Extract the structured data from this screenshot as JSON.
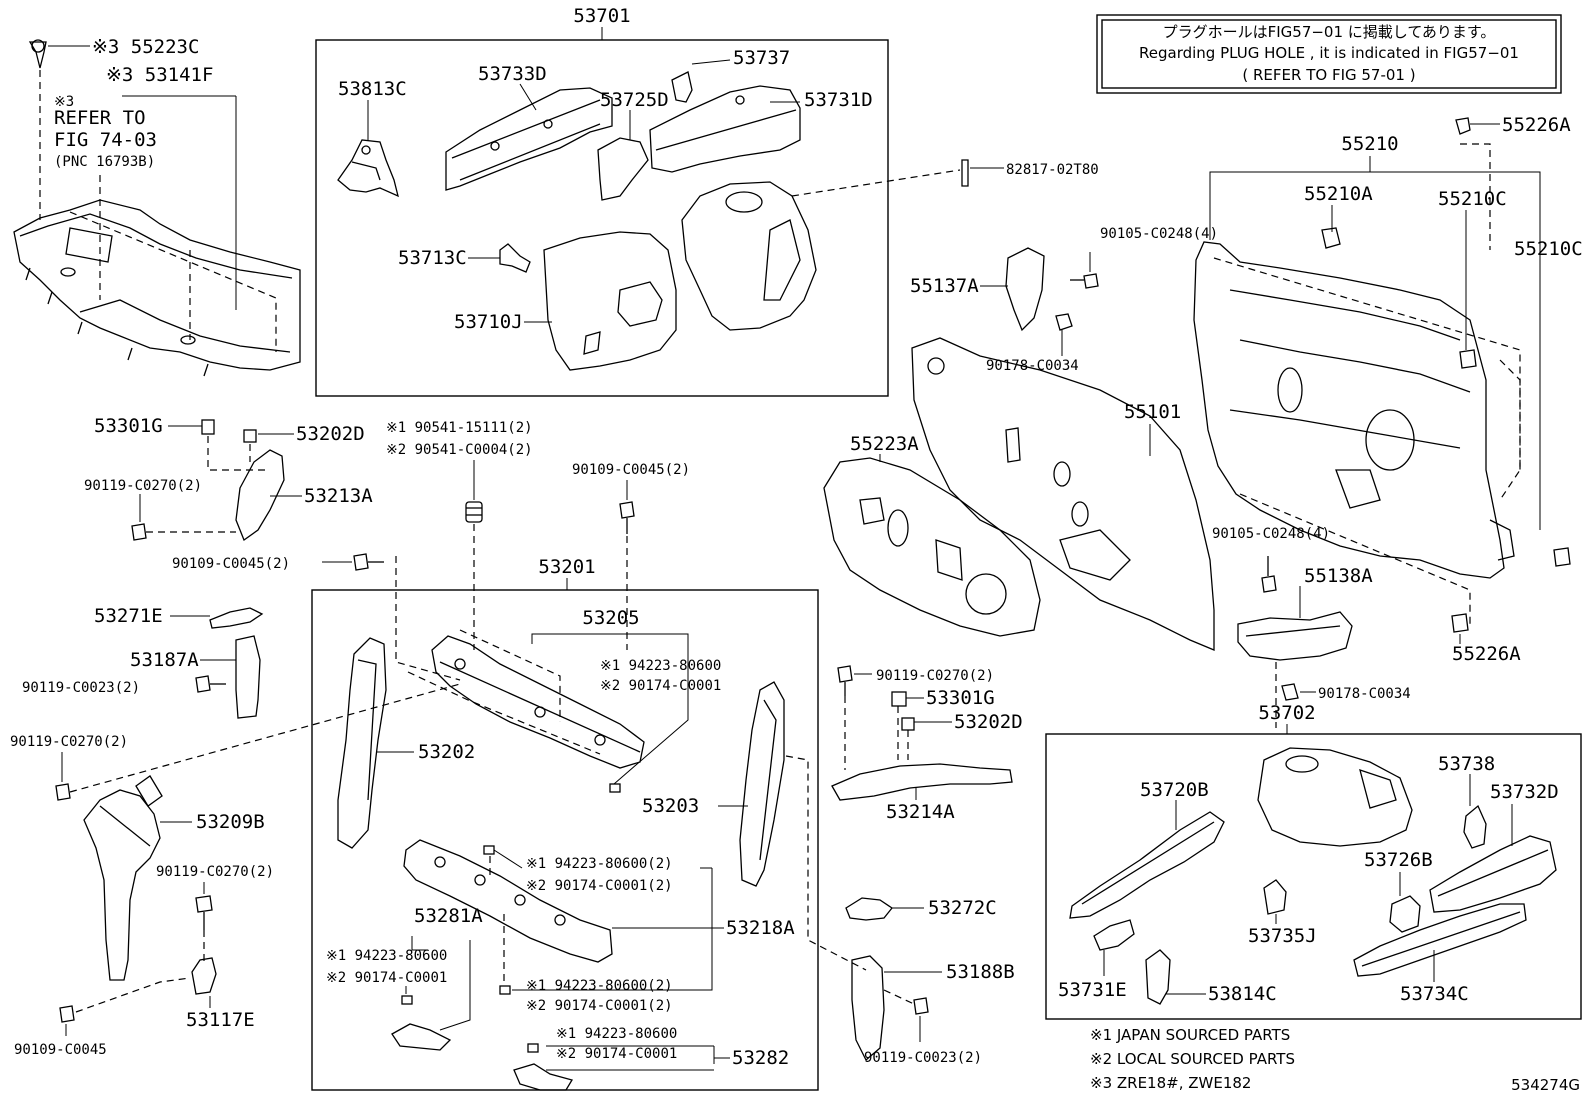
{
  "notice": {
    "line1": "プラグホールはFIG57−01 に掲載してあります。",
    "line2": "Regarding PLUG HOLE , it is indicated in FIG57−01",
    "line3": "(  REFER TO FIG 57-01  )"
  },
  "figure_id": "534274G",
  "legend": [
    "※1 JAPAN SOURCED PARTS",
    "※2 LOCAL SOURCED PARTS",
    "※3 ZRE18#, ZWE182"
  ],
  "refer": {
    "line1": "※3",
    "line2": "REFER TO",
    "line3": "FIG 74-03",
    "line4": "(PNC 16793B)"
  },
  "groups": {
    "g53701": "53701",
    "g53201": "53201",
    "g53702": "53702",
    "g55210": "55210",
    "g53205": "53205"
  },
  "parts": {
    "p55223C": "※3 55223C",
    "p53141F": "※3 53141F",
    "p53813C": "53813C",
    "p53733D": "53733D",
    "p53737": "53737",
    "p53725D": "53725D",
    "p53731D": "53731D",
    "p53713C": "53713C",
    "p53710J": "53710J",
    "p82817": "82817-02T80",
    "p55226A_top": "55226A",
    "p55210A": "55210A",
    "p55210C_a": "55210C",
    "p55210C_b": "55210C",
    "p90105_top": "90105-C0248(4)",
    "p55137A": "55137A",
    "p90178_top": "90178-C0034",
    "p55101": "55101",
    "p55223A": "55223A",
    "p53301G_l": "53301G",
    "p53202D_l": "53202D",
    "p90119_0270_a": "90119-C0270(2)",
    "p53213A": "53213A",
    "p90109_0045_a": "90109-C0045(2)",
    "p90541_1": "※1 90541-15111(2)",
    "p90541_2": "※2 90541-C0004(2)",
    "p90109_0045_b": "90109-C0045(2)",
    "p53271E": "53271E",
    "p53187A": "53187A",
    "p90119_0023_a": "90119-C0023(2)",
    "p90119_0270_b": "90119-C0270(2)",
    "p53209B": "53209B",
    "p90119_0270_c": "90119-C0270(2)",
    "p90109_0045_c": "90109-C0045",
    "p53117E": "53117E",
    "p94223_a1": "※1 94223-80600",
    "p90174_a2": "※2 90174-C0001",
    "p53202": "53202",
    "p53203": "53203",
    "p94223_b1": "※1 94223-80600(2)",
    "p90174_b2": "※2 90174-C0001(2)",
    "p53281A": "53281A",
    "p53218A": "53218A",
    "p94223_c1": "※1 94223-80600",
    "p90174_c2": "※2 90174-C0001",
    "p94223_d1": "※1 94223-80600(2)",
    "p90174_d2": "※2 90174-C0001(2)",
    "p94223_e1": "※1 94223-80600",
    "p90174_e2": "※2 90174-C0001",
    "p53282": "53282",
    "p90119_0270_d": "90119-C0270(2)",
    "p53301G_r": "53301G",
    "p53202D_r": "53202D",
    "p53214A": "53214A",
    "p53272C": "53272C",
    "p53188B": "53188B",
    "p90119_0023_b": "90119-C0023(2)",
    "p90105_bot": "90105-C0248(4)",
    "p55138A": "55138A",
    "p55226A_bot": "55226A",
    "p90178_bot": "90178-C0034",
    "p53720B": "53720B",
    "p53738": "53738",
    "p53732D": "53732D",
    "p53726B": "53726B",
    "p53735J": "53735J",
    "p53731E": "53731E",
    "p53814C": "53814C",
    "p53734C": "53734C"
  }
}
